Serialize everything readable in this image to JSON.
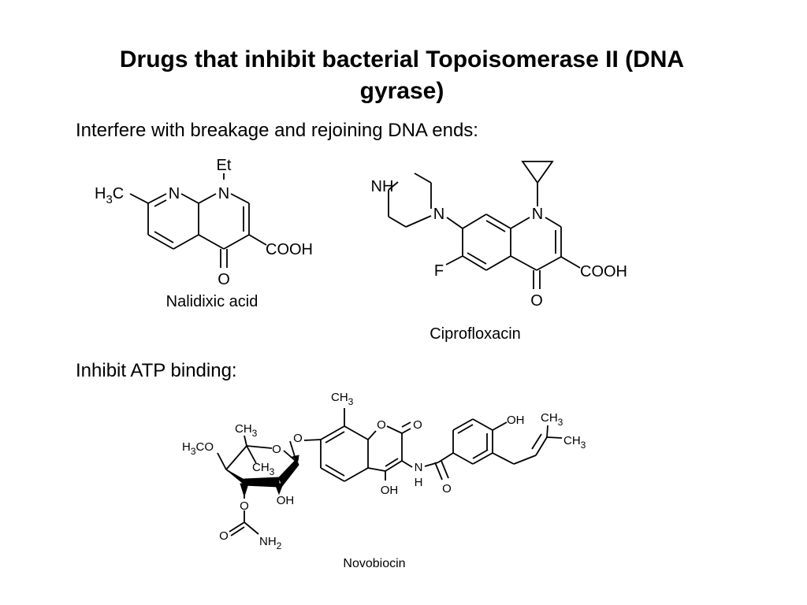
{
  "slide": {
    "title_line1": "Drugs that inhibit bacterial Topoisomerase II (DNA",
    "title_line2": "gyrase)",
    "section1": "Interfere with breakage and rejoining DNA ends:",
    "section2": "Inhibit ATP binding:"
  },
  "structures": {
    "nalidixic_acid": {
      "caption": "Nalidixic acid",
      "labels": {
        "ethyl": "Et",
        "methyl_h": "H",
        "methyl_3": "3",
        "methyl_c": "C",
        "n1": "N",
        "n2": "N",
        "acid": "COOH",
        "keto": "O"
      }
    },
    "ciprofloxacin": {
      "caption": "Ciprofloxacin",
      "labels": {
        "nh": "NH",
        "n_pip": "N",
        "n_ring": "N",
        "fluoro": "F",
        "acid": "COOH",
        "keto": "O"
      }
    },
    "novobiocin": {
      "caption": "Novobiocin",
      "labels": {
        "ch3_top_c": "CH",
        "ch3_top_3": "3",
        "ring_o": "O",
        "lactone_o": "O",
        "oh_phenol": "OH",
        "ch3_a_c": "CH",
        "ch3_a_3": "3",
        "ch3_b_c": "CH",
        "ch3_b_3": "3",
        "och3_h": "H",
        "och3_3": "3",
        "och3_co": "CO",
        "sugar_ch3a_c": "CH",
        "sugar_ch3a_3": "3",
        "sugar_ch3b_c": "CH",
        "sugar_ch3b_3": "3",
        "sugar_o": "O",
        "link_o": "O",
        "n": "N",
        "h": "H",
        "oh_coumarin": "OH",
        "amide_o": "O",
        "oh_sugar": "OH",
        "carb_o1": "O",
        "carb_o2": "O",
        "nh2_n": "NH",
        "nh2_2": "2"
      }
    }
  }
}
